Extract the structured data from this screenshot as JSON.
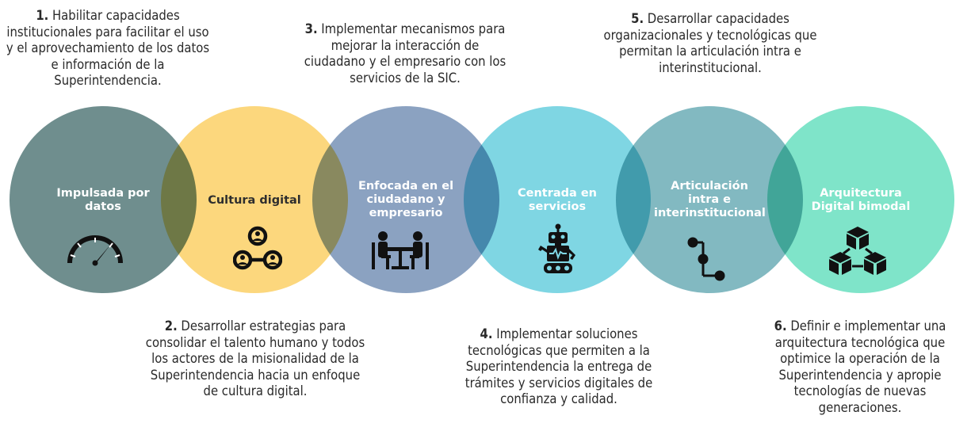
{
  "stages": [
    {
      "label": "Impulsada por datos",
      "icon": "speedometer-icon",
      "color": "#6f8e8e"
    },
    {
      "label": "Cultura digital",
      "icon": "people-network-icon",
      "color": "#fcd77d"
    },
    {
      "label": "Enfocada en el ciudadano y empresario",
      "icon": "meeting-icon",
      "color": "#8ba2c1"
    },
    {
      "label": "Centrada en servicios",
      "icon": "robot-icon",
      "color": "#7fd6e3"
    },
    {
      "label": "Articulación intra e interinstitucional",
      "icon": "process-flow-icon",
      "color": "#82b9c1"
    },
    {
      "label": "Arquitectura Digital bimodal",
      "icon": "cubes-network-icon",
      "color": "#7fe4c9"
    }
  ],
  "descriptions": [
    {
      "num": "1.",
      "text": "Habilitar capacidades institucionales para facilitar el uso y el aprovechamiento de los datos e información de la Superintendencia."
    },
    {
      "num": "2.",
      "text": "Desarrollar estrategias para consolidar el talento humano y todos los actores de la misionalidad de la Superintendencia hacia un enfoque de cultura digital."
    },
    {
      "num": "3.",
      "text": "Implementar mecanismos para mejorar la interacción de ciudadano y el empresario con los servicios de la SIC."
    },
    {
      "num": "4.",
      "text": "Implementar soluciones tecnológicas que permiten a la Superintendencia la entrega de trámites y servicios digitales de confianza y calidad."
    },
    {
      "num": "5.",
      "text": "Desarrollar capacidades organizacionales y tecnológicas que permitan la articulación intra e interinstitucional."
    },
    {
      "num": "6.",
      "text": "Definir e implementar una arquitectura tecnológica que optimice la operación de la Superintendencia y apropie tecnologías de nuevas generaciones."
    }
  ]
}
